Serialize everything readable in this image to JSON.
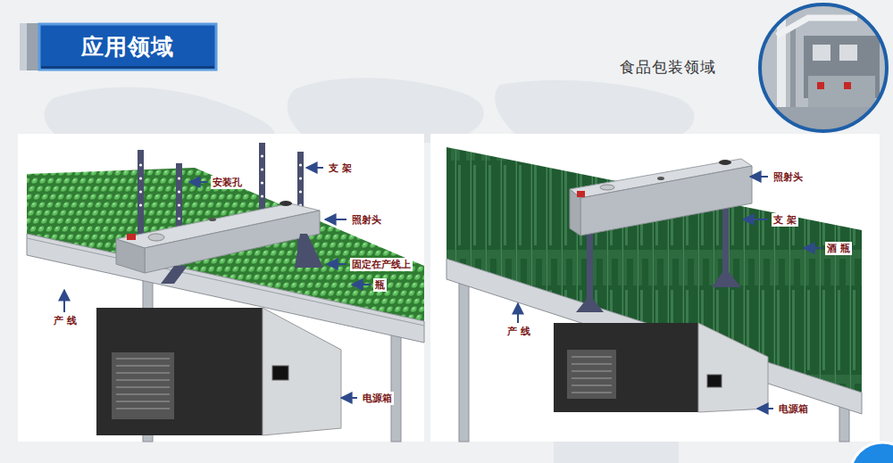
{
  "diagram": {
    "title": "应用领域",
    "labels": [
      "食品包装领域",
      "安装孔",
      "支 架",
      "照射头",
      "固定在产线上",
      "瓶",
      "产 线",
      "电源箱",
      "照射头",
      "支 架",
      "酒 瓶",
      "产 线",
      "电源箱"
    ]
  }
}
